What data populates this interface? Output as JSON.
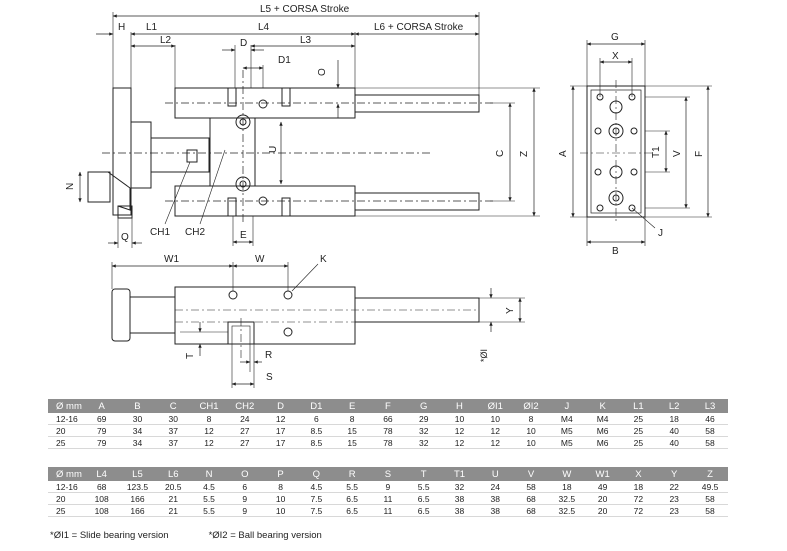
{
  "dimension_labels": {
    "top_overall": "L5 + CORSA Stroke",
    "right_overall": "L6 + CORSA Stroke",
    "H": "H",
    "L1": "L1",
    "L2": "L2",
    "L4": "L4",
    "D": "D",
    "L3": "L3",
    "D1": "D1",
    "O": "O",
    "U": "U",
    "C": "C",
    "Z": "Z",
    "A": "A",
    "N": "N",
    "Q": "Q",
    "CH1": "CH1",
    "CH2": "CH2",
    "E": "E",
    "G": "G",
    "X": "X",
    "T1": "T1",
    "V": "V",
    "F": "F",
    "B": "B",
    "J": "J",
    "W1": "W1",
    "W": "W",
    "K": "K",
    "Y": "Y",
    "OI": "*ØI",
    "T": "T",
    "R": "R",
    "S": "S"
  },
  "table1": {
    "headers": [
      "Ø mm",
      "A",
      "B",
      "C",
      "CH1",
      "CH2",
      "D",
      "D1",
      "E",
      "F",
      "G",
      "H",
      "ØI1",
      "ØI2",
      "J",
      "K",
      "L1",
      "L2",
      "L3"
    ],
    "rows": [
      [
        "12-16",
        "69",
        "30",
        "30",
        "8",
        "24",
        "12",
        "6",
        "8",
        "66",
        "29",
        "10",
        "10",
        "8",
        "M4",
        "M4",
        "25",
        "18",
        "46"
      ],
      [
        "20",
        "79",
        "34",
        "37",
        "12",
        "27",
        "17",
        "8.5",
        "15",
        "78",
        "32",
        "12",
        "12",
        "10",
        "M5",
        "M6",
        "25",
        "40",
        "58"
      ],
      [
        "25",
        "79",
        "34",
        "37",
        "12",
        "27",
        "17",
        "8.5",
        "15",
        "78",
        "32",
        "12",
        "12",
        "10",
        "M5",
        "M6",
        "25",
        "40",
        "58"
      ]
    ]
  },
  "table2": {
    "headers": [
      "Ø mm",
      "L4",
      "L5",
      "L6",
      "N",
      "O",
      "P",
      "Q",
      "R",
      "S",
      "T",
      "T1",
      "U",
      "V",
      "W",
      "W1",
      "X",
      "Y",
      "Z"
    ],
    "rows": [
      [
        "12-16",
        "68",
        "123.5",
        "20.5",
        "4.5",
        "6",
        "8",
        "4.5",
        "5.5",
        "9",
        "5.5",
        "32",
        "24",
        "58",
        "18",
        "49",
        "18",
        "22",
        "49.5"
      ],
      [
        "20",
        "108",
        "166",
        "21",
        "5.5",
        "9",
        "10",
        "7.5",
        "6.5",
        "11",
        "6.5",
        "38",
        "38",
        "68",
        "32.5",
        "20",
        "72",
        "23",
        "58"
      ],
      [
        "25",
        "108",
        "166",
        "21",
        "5.5",
        "9",
        "10",
        "7.5",
        "6.5",
        "11",
        "6.5",
        "38",
        "38",
        "68",
        "32.5",
        "20",
        "72",
        "23",
        "58"
      ]
    ]
  },
  "notes": {
    "slide": "*ØI1 = Slide bearing version",
    "ball": "*ØI2 = Ball bearing version"
  }
}
